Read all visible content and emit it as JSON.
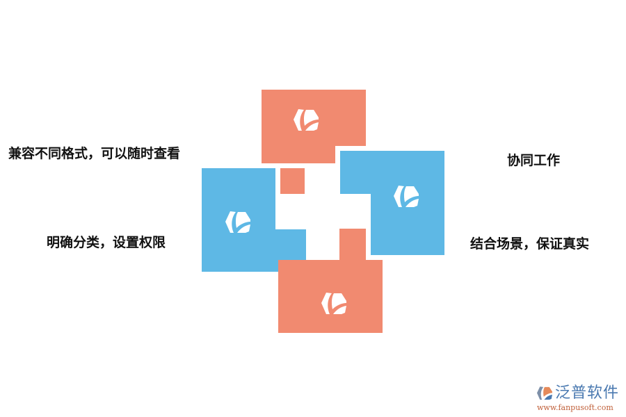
{
  "colors": {
    "orange": "#F18A70",
    "blue": "#5EB8E5",
    "text": "#111111",
    "brand_blue": "#4A79B0",
    "brand_url": "#C0603A"
  },
  "labels": {
    "top_left": "兼容不同格式，可以随时查看",
    "bottom_left": "明确分类，设置权限",
    "top_right": "协同工作",
    "bottom_right": "结合场景，保证真实"
  },
  "tiles": [
    {
      "id": "top",
      "color": "orange",
      "icon": "fanpu-logo-icon"
    },
    {
      "id": "left",
      "color": "blue",
      "icon": "fanpu-logo-icon"
    },
    {
      "id": "right",
      "color": "blue",
      "icon": "fanpu-logo-icon"
    },
    {
      "id": "bottom",
      "color": "orange",
      "icon": "fanpu-logo-icon"
    }
  ],
  "brand": {
    "name": "泛普软件",
    "url": "www.fanpusoft.com"
  }
}
